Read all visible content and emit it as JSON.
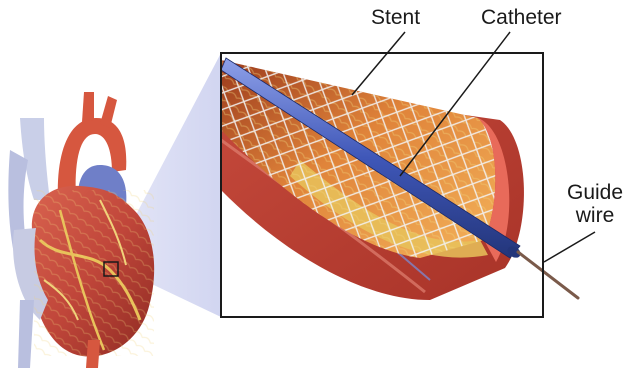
{
  "labels": {
    "stent": "Stent",
    "catheter": "Catheter",
    "guide_wire_line1": "Guide",
    "guide_wire_line2": "wire"
  },
  "colors": {
    "heart_red": "#c8473a",
    "heart_dark": "#8e2a22",
    "vessel_wall": "#c94a3e",
    "vessel_inner": "#e88a3a",
    "plaque_yellow": "#e8c25a",
    "stent_mesh": "#eeeeee",
    "catheter_blue": "#3f57b8",
    "guide_wire": "#7a5a4a",
    "zoom_cone": "#d9dcf3",
    "frame": "#1a1a1a"
  }
}
